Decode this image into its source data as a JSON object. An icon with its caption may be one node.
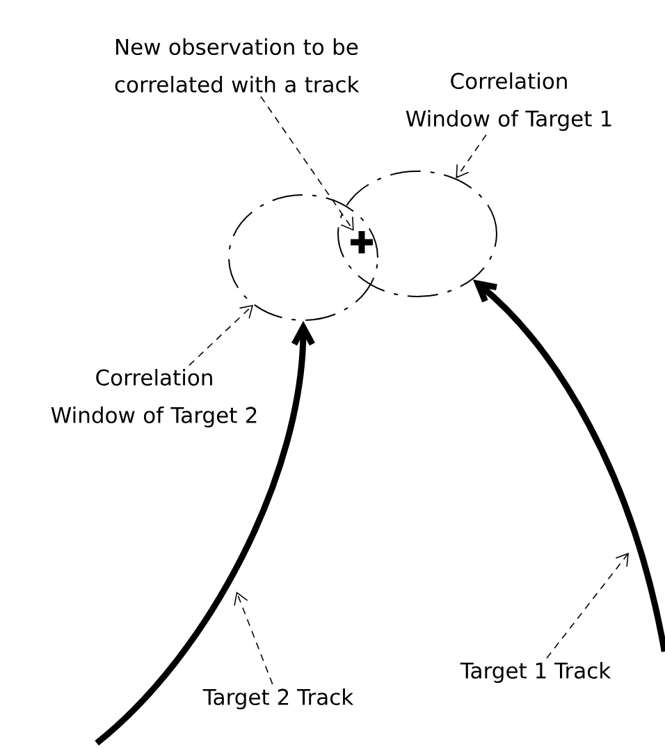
{
  "diagram": {
    "nodes": [
      {
        "text": [
          "New observation to be correlated with a track"
        ]
      },
      {
        "text": [
          "Correlation Window of Target 1"
        ]
      },
      {
        "text": [
          "Correlation Window of Target 2"
        ]
      },
      {
        "text": [
          "Target 2 Track"
        ]
      },
      {
        "text": [
          "Target 1 Track"
        ]
      },
      {
        "text": [],
        "shape": "ellipse"
      },
      {
        "text": [],
        "shape": "ellipse"
      },
      {
        "text": [],
        "shape": "plus"
      }
    ],
    "edges": [
      {
        "from": 0,
        "to": 7,
        "arrow": "to",
        "style": "dashed"
      },
      {
        "from": 1,
        "to": 5,
        "arrow": "to",
        "style": "dashed"
      },
      {
        "from": 2,
        "to": 6,
        "arrow": "to",
        "style": "dashed"
      },
      {
        "from": null,
        "to": 6,
        "arrow": "to",
        "style": "thick"
      },
      {
        "from": null,
        "to": 5,
        "arrow": "to",
        "style": "thick"
      },
      {
        "from": 3,
        "to": null,
        "arrow": "to",
        "style": "dashed"
      },
      {
        "from": 4,
        "to": null,
        "arrow": "to",
        "style": "dashed"
      }
    ]
  }
}
